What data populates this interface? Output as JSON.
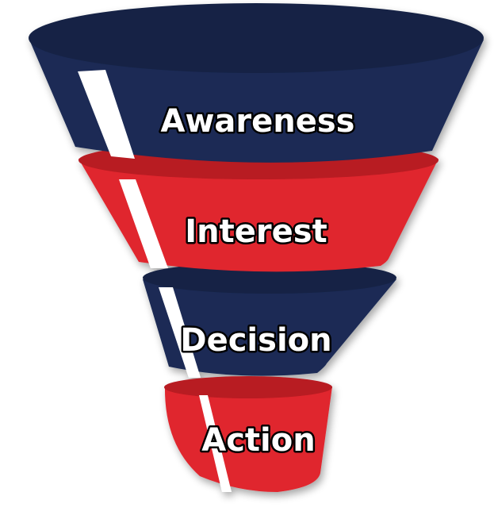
{
  "funnel": {
    "stages": [
      {
        "label": "Awareness",
        "color": "#1a2b55",
        "rim_color": "#132244"
      },
      {
        "label": "Interest",
        "color": "#e0262e",
        "rim_color": "#b81a22"
      },
      {
        "label": "Decision",
        "color": "#1a2b55",
        "rim_color": "#132244"
      },
      {
        "label": "Action",
        "color": "#e0262e",
        "rim_color": "#b81a22"
      }
    ],
    "highlight_color": "#ffffff"
  }
}
